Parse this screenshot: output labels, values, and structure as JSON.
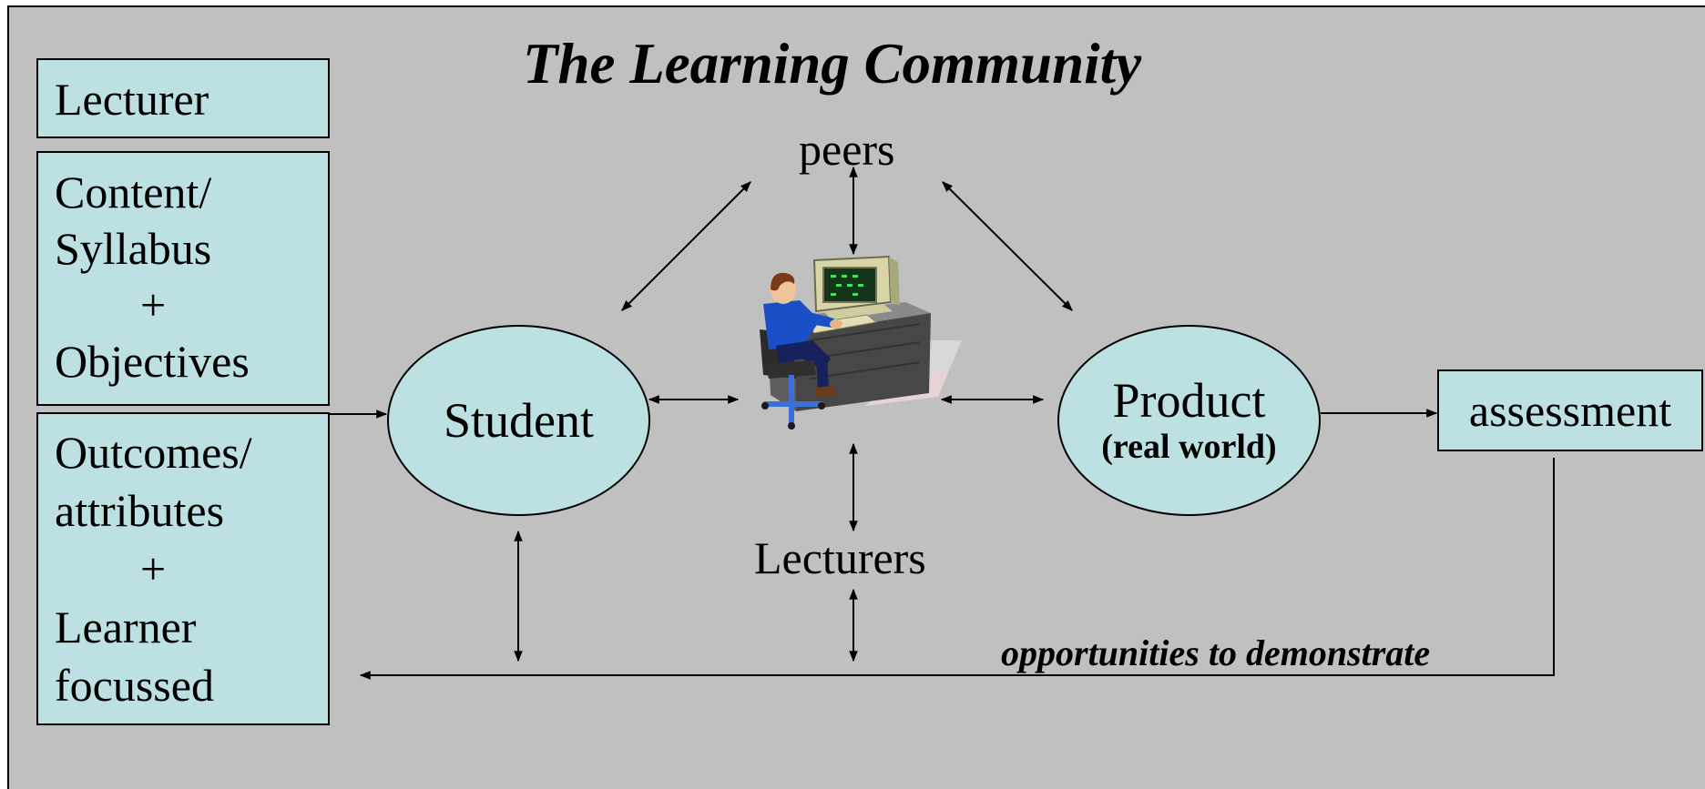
{
  "title": "The Learning Community",
  "left_boxes": {
    "lecturer": {
      "line1": "Lecturer"
    },
    "content": {
      "line1": "Content/",
      "line2": "Syllabus",
      "plus": "+",
      "line3": "Objectives"
    },
    "outcomes": {
      "line1": "Outcomes/",
      "line2": "attributes",
      "plus": "+",
      "line3": "Learner",
      "line4": "focussed"
    }
  },
  "student": "Student",
  "peers": "peers",
  "lecturers": "Lecturers",
  "product": {
    "name": "Product",
    "sub": "(real world)"
  },
  "assessment": "assessment",
  "opportunities": "opportunities to demonstrate",
  "icons": {
    "center": "student-at-computer-icon"
  },
  "colors": {
    "background": "#c0c0c0",
    "box_fill": "#bde0e2",
    "stroke": "#000000"
  }
}
